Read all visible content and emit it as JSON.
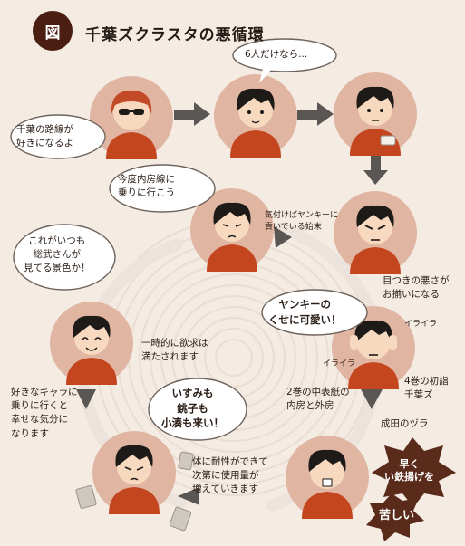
{
  "title": "千葉ズクラスタの悪循環",
  "figure_badge": "図",
  "bubbles": {
    "b1": "6人だけなら...",
    "b2_l1": "千葉の路線が",
    "b2_l2": "好きになるよ",
    "b3_l1": "今度内房線に",
    "b3_l2": "乗りに行こう",
    "b4_l1": "これがいつも",
    "b4_l2": "総武さんが",
    "b4_l3": "見てる景色か！",
    "b5_l1": "ヤンキーの",
    "b5_l2": "くせに可愛い！",
    "b6_l1": "いすみも",
    "b6_l2": "銚子も",
    "b6_l3": "小湊も来い！"
  },
  "labels": {
    "l1_l1": "気付けばヤンキーに",
    "l1_l2": "貢いでいる始末",
    "l2_l1": "目つきの悪さが",
    "l2_l2": "お揃いになる",
    "l3_l1": "一時的に欲求は",
    "l3_l2": "満たされます",
    "l4_l1": "好きなキャラに",
    "l4_l2": "乗りに行くと",
    "l4_l3": "幸せな気分に",
    "l4_l4": "なります",
    "l5_l1": "体に耐性ができて",
    "l5_l2": "次第に使用量が",
    "l5_l3": "増えていきます",
    "l6_l1": "2巻の中表紙の",
    "l6_l2": "内房と外房",
    "l7_l1": "4巻の初詣",
    "l7_l2": "千葉ズ",
    "l8": "成田のヅラ",
    "irairai_1": "イライラ",
    "irairai_2": "イライラ"
  },
  "callouts": {
    "c1_l1": "早く",
    "c1_l2": "い鉄揚げを",
    "c2": "苦しい"
  },
  "colors": {
    "background": "#f4ebe3",
    "circle_fill": "#e0b6a3",
    "cycle_arrow": "#ece1d9",
    "step_arrow": "#5a5654",
    "badge": "#4a1f12",
    "star": "#5a2a1a",
    "shirt": "#c4461f",
    "skin": "#f7d9bf",
    "hair": "#1e1a17"
  }
}
